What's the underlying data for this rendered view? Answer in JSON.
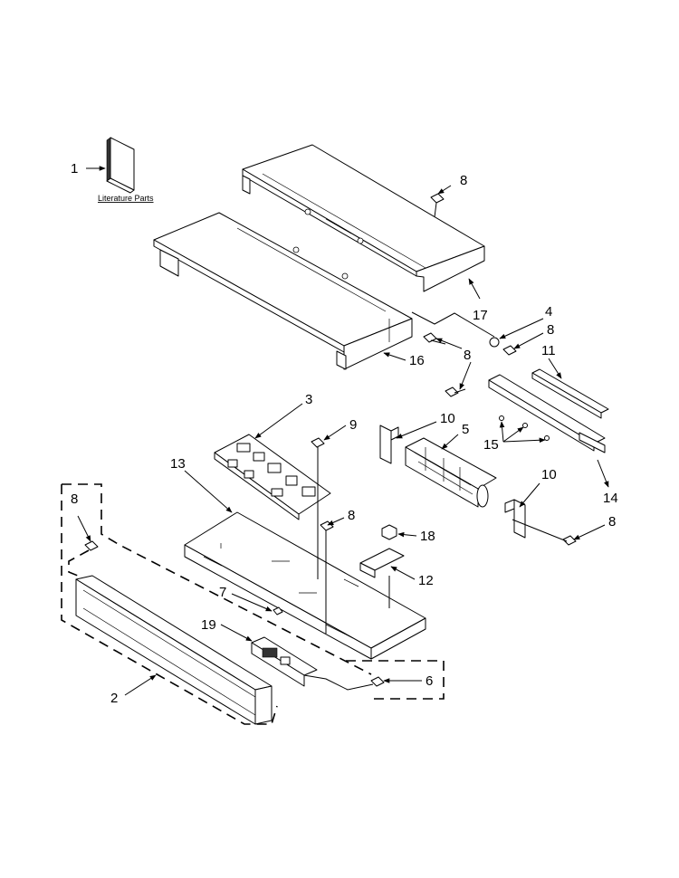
{
  "literature_label": "Literature Parts",
  "callouts": [
    {
      "id": "c1",
      "label": "1"
    },
    {
      "id": "c2",
      "label": "2"
    },
    {
      "id": "c3",
      "label": "3"
    },
    {
      "id": "c4",
      "label": "4"
    },
    {
      "id": "c5",
      "label": "5"
    },
    {
      "id": "c6",
      "label": "6"
    },
    {
      "id": "c7",
      "label": "7"
    },
    {
      "id": "c8a",
      "label": "8"
    },
    {
      "id": "c8b",
      "label": "8"
    },
    {
      "id": "c8c",
      "label": "8"
    },
    {
      "id": "c8d",
      "label": "8"
    },
    {
      "id": "c8e",
      "label": "8"
    },
    {
      "id": "c8f",
      "label": "8"
    },
    {
      "id": "c9",
      "label": "9"
    },
    {
      "id": "c10a",
      "label": "10"
    },
    {
      "id": "c10b",
      "label": "10"
    },
    {
      "id": "c11",
      "label": "11"
    },
    {
      "id": "c12",
      "label": "12"
    },
    {
      "id": "c13",
      "label": "13"
    },
    {
      "id": "c14",
      "label": "14"
    },
    {
      "id": "c15",
      "label": "15"
    },
    {
      "id": "c16",
      "label": "16"
    },
    {
      "id": "c17",
      "label": "17"
    },
    {
      "id": "c18",
      "label": "18"
    },
    {
      "id": "c19",
      "label": "19"
    }
  ]
}
